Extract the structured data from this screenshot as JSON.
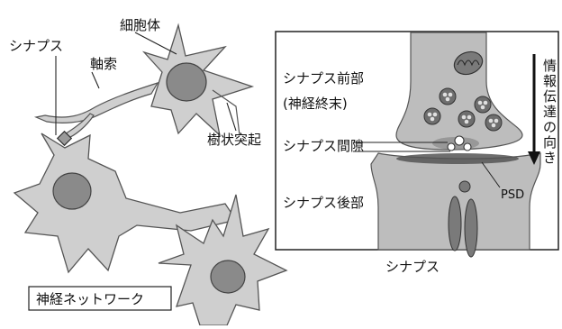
{
  "left_panel": {
    "label_synapse": "シナプス",
    "label_cell_body": "細胞体",
    "label_axon": "軸索",
    "label_dendrite": "樹状突起",
    "caption": "神経ネットワーク"
  },
  "right_panel": {
    "label_presynaptic": "シナプス前部",
    "label_presynaptic_sub": "(神経終末)",
    "label_cleft": "シナプス間隙",
    "label_postsynaptic": "シナプス後部",
    "label_psd": "PSD",
    "direction_chars": [
      "情",
      "報",
      "伝",
      "達",
      "の",
      "向",
      "き"
    ],
    "caption": "シナプス"
  }
}
